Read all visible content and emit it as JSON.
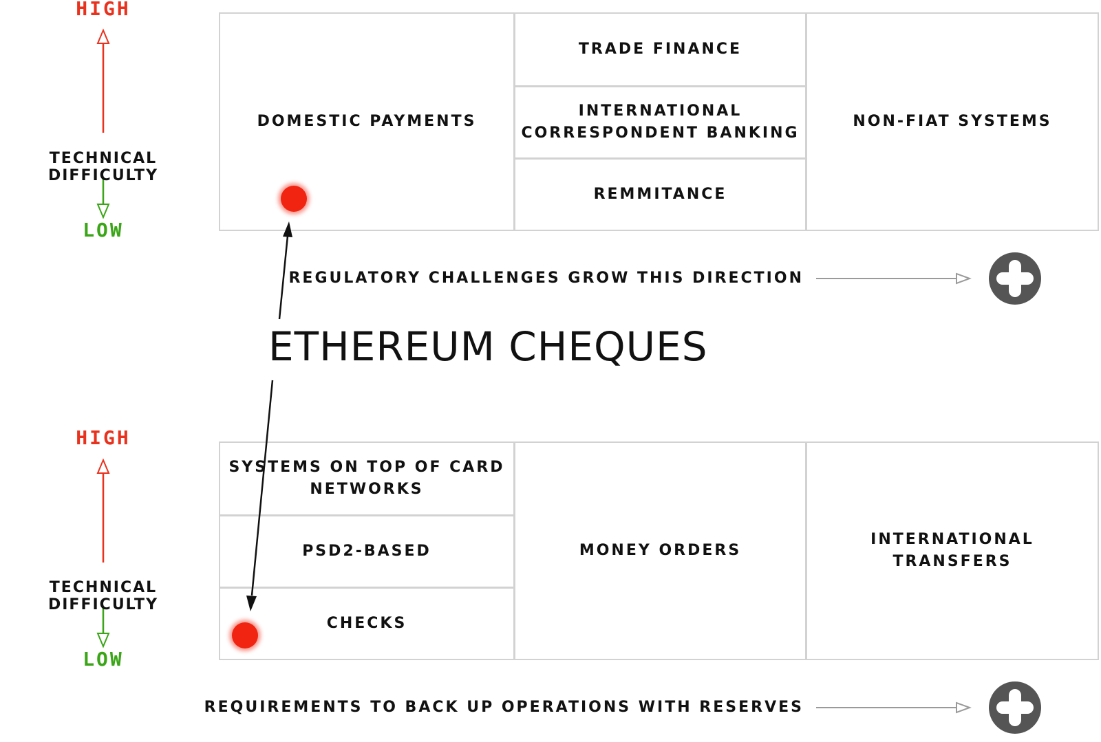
{
  "title": "ETHEREUM CHEQUES",
  "colors": {
    "high": "#e8321e",
    "low": "#3aa516",
    "dot": "#f02410",
    "grid_line": "#d2d2d2",
    "plus_circle": "#555555"
  },
  "icons": [
    "arrow-up-icon",
    "arrow-down-icon",
    "plus-icon",
    "arrow-right-icon"
  ],
  "top_panel": {
    "axis": {
      "high": "HIGH",
      "label": "TECHNICAL DIFFICULTY",
      "low": "LOW"
    },
    "cells": {
      "domestic": "DOMESTIC PAYMENTS",
      "trade_finance": "TRADE FINANCE",
      "correspondent_line1": "INTERNATIONAL",
      "correspondent_line2": "CORRESPONDENT BANKING",
      "remittance": "REMMITANCE",
      "non_fiat": "NON-FIAT SYSTEMS"
    },
    "caption": "REGULATORY CHALLENGES GROW THIS DIRECTION"
  },
  "bottom_panel": {
    "axis": {
      "high": "HIGH",
      "label": "TECHNICAL DIFFICULTY",
      "low": "LOW"
    },
    "cells": {
      "card_line1": "SYSTEMS ON TOP OF CARD",
      "card_line2": "NETWORKS",
      "psd2": "PSD2-BASED",
      "checks": "CHECKS",
      "money_orders": "MONEY ORDERS",
      "intl_line1": "INTERNATIONAL",
      "intl_line2": "TRANSFERS"
    },
    "caption": "REQUIREMENTS TO BACK UP OPERATIONS WITH RESERVES"
  }
}
